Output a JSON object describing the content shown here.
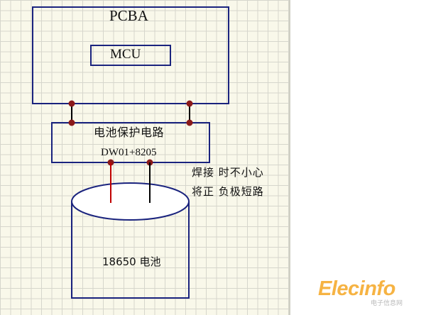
{
  "labels": {
    "pcba": "PCBA",
    "mcu": "MCU",
    "protection_circuit": "电池保护电路",
    "protection_chips": "DW01+8205",
    "warning_line1": "焊接 时不小心",
    "warning_line2": "将正 负极短路",
    "battery": "18650 电池"
  },
  "logo": {
    "text": "Elecinfo",
    "subtitle": "电子信息网"
  },
  "colors": {
    "grid_background": "#f9f8ea",
    "grid_line": "#d6d6cc",
    "block_outline": "#1a237e",
    "junction_dot": "#8b1a1a",
    "wire_dark": "#000000",
    "wire_red": "#c00000",
    "logo": "#f5a623"
  }
}
